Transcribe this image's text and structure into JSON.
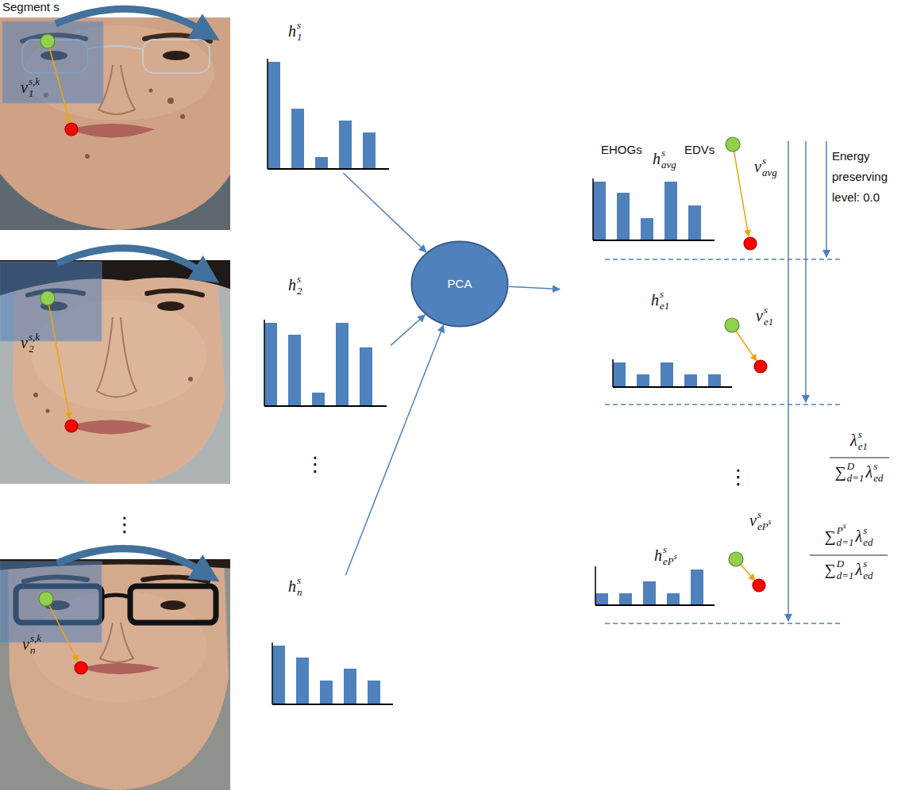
{
  "diagram": {
    "nodes": [
      {
        "text": [
          "h",
          "s",
          "1"
        ]
      },
      {
        "text": [
          "h",
          "s",
          "2"
        ]
      },
      {
        "text": [
          "h",
          "s",
          "n"
        ]
      },
      {
        "text": [
          "PCA"
        ]
      },
      {
        "text": [
          "h",
          "s",
          "avg"
        ]
      },
      {
        "text": [
          "h",
          "s",
          "e1"
        ]
      },
      {
        "text": [
          "h",
          "s",
          "eP",
          "s"
        ]
      }
    ],
    "edges": [
      {
        "from": 0,
        "to": 3,
        "arrow": "to"
      },
      {
        "from": 1,
        "to": 3,
        "arrow": "to"
      },
      {
        "from": 2,
        "to": 3,
        "arrow": "to"
      },
      {
        "from": 3,
        "to": 5,
        "arrow": "to"
      }
    ],
    "labels": [
      "Segment s",
      "v",
      "s,k",
      "1",
      "v",
      "s,k",
      "2",
      "v",
      "s,k",
      "n",
      "⋮",
      "⋮",
      "EHOGs",
      "EDVs",
      "v",
      "s",
      "avg",
      "Energy preserving level: 0.0",
      "v",
      "s",
      "e1",
      "⋮",
      "v",
      "s",
      "eP",
      "s",
      "λ",
      "s",
      "e1",
      "∑",
      "D",
      "d=1",
      "λ",
      "s",
      "ed",
      "∑",
      "P",
      "s",
      "d=1",
      "λ",
      "s",
      "ed",
      "∑",
      "D",
      "d=1",
      "λ",
      "s",
      "ed"
    ]
  }
}
